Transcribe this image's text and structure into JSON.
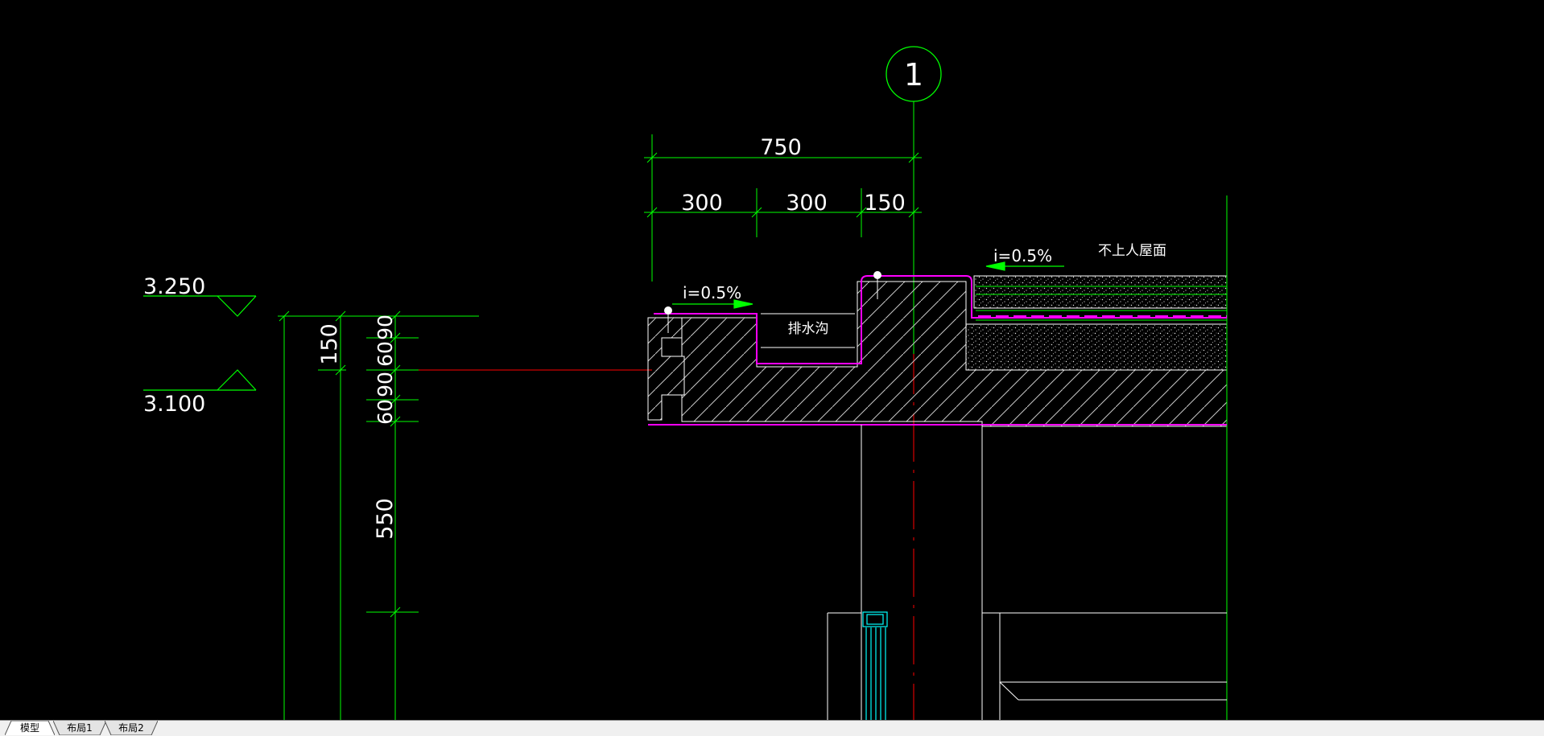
{
  "drawing": {
    "axis_label": "1",
    "dim_total": "750",
    "dim_segments": [
      "300",
      "300",
      "150"
    ],
    "elevation_top": "3.250",
    "elevation_bottom": "3.100",
    "vertical_dims": [
      "150",
      "90",
      "60",
      "90",
      "60",
      "550"
    ],
    "slope_left": "i=0.5%",
    "slope_right": "i=0.5%",
    "gutter_label": "排水沟",
    "roof_label": "不上人屋面"
  },
  "colors": {
    "background": "#000000",
    "dimension": "#00ff00",
    "outline": "#ffffff",
    "waterproofing": "#ff00ff",
    "center_line": "#ff0000",
    "window": "#00ffff",
    "hatch": "#c0c0c0"
  },
  "tabs": [
    {
      "label": "模型",
      "active": true
    },
    {
      "label": "布局1",
      "active": false
    },
    {
      "label": "布局2",
      "active": false
    }
  ]
}
